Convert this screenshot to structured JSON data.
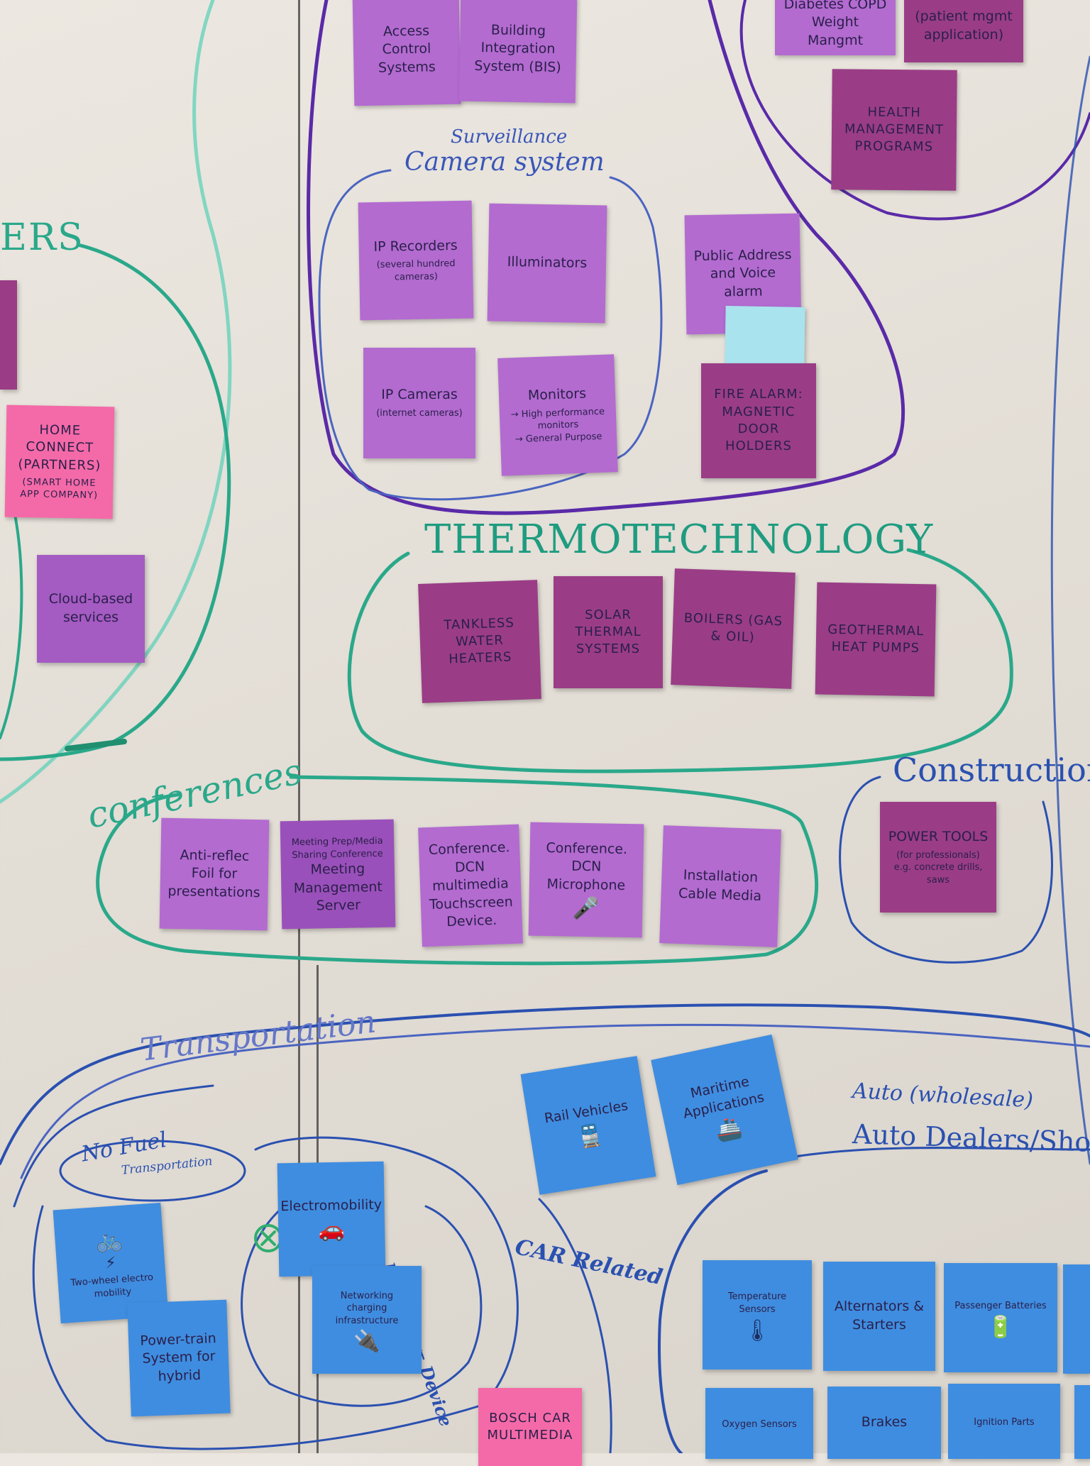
{
  "colors": {
    "board": "#e6e2da",
    "purple_note": "#b36bd0",
    "plum_note": "#9a3d86",
    "pink_note": "#f46aa8",
    "blue_note": "#3f8de0",
    "light_blue_note": "#a9e3ee",
    "teal_marker": "#2aa88a",
    "purple_marker": "#5a2aa8",
    "blue_marker": "#2a50b0"
  },
  "labels": {
    "ers": "ERS",
    "surveillance": "Surveillance",
    "camera_system": "Camera system",
    "thermotechnology": "THERMOTECHNOLOGY",
    "conferences": "conferences",
    "construction": "Construction",
    "transportation": "Transportation",
    "no_fuel": "No Fuel",
    "no_fuel_sub": "Transportation",
    "car_related": "CAR Related",
    "platform_device": "Platform ⇐ Device",
    "auto_wholesale": "Auto (wholesale)",
    "auto_dealers": "Auto Dealers/Shops"
  },
  "notes": {
    "access_control": "Access Control Systems",
    "building_integration": "Building Integration System (BIS)",
    "diabetes": "Diabetes COPD Weight Mangmt",
    "patient_mgmt": "(patient mgmt application)",
    "health_mgmt": "HEALTH MANAGEMENT PROGRAMS",
    "ip_recorders": "IP Recorders",
    "ip_recorders_sub": "(several hundred cameras)",
    "illuminators": "Illuminators",
    "public_address": "Public Address and Voice alarm",
    "ip_cameras": "IP Cameras",
    "ip_cameras_sub": "(internet cameras)",
    "monitors": "Monitors",
    "monitors_sub": "→ High performance monitors\n→ General Purpose",
    "fire_alarm": "FIRE ALARM: MAGNETIC DOOR HOLDERS",
    "home_connect": "HOME CONNECT (PARTNERS)",
    "home_connect_sub": "(SMART HOME APP COMPANY)",
    "cloud_services": "Cloud-based services",
    "tankless": "TANKLESS WATER HEATERS",
    "solar": "SOLAR THERMAL SYSTEMS",
    "boilers": "BOILERS (GAS & OIL)",
    "geothermal": "GEOTHERMAL HEAT PUMPS",
    "anti_reflec": "Anti-reflec Foil for presentations",
    "meeting_mgmt": "Meeting Management Server",
    "meeting_mgmt_sub": "Meeting Prep/Media Sharing Conference",
    "dcn_multimedia": "Conference. DCN multimedia Touchscreen Device.",
    "dcn_microphone": "Conference. DCN Microphone",
    "installation_cable": "Installation Cable Media",
    "power_tools": "POWER TOOLS",
    "power_tools_sub": "(for professionals) e.g. concrete drills, saws",
    "rail_vehicles": "Rail Vehicles",
    "maritime": "Maritime Applications",
    "two_wheel": "Two-wheel electro mobility",
    "electromobility": "Electromobility",
    "networking_charging": "Networking charging infrastructure",
    "powertrain": "Power-train System for hybrid",
    "bosch_multimedia": "BOSCH CAR MULTIMEDIA",
    "temp_sensors": "Temperature Sensors",
    "alternators": "Alternators & Starters",
    "passenger_batteries": "Passenger Batteries",
    "oxygen_sensors": "Oxygen Sensors",
    "brakes": "Brakes",
    "ignition_parts": "Ignition Parts"
  },
  "icons": [
    "bicycle-icon",
    "lightning-icon",
    "car-icon",
    "train-icon",
    "ship-icon",
    "battery-icon",
    "thermometer-icon",
    "charger-icon",
    "microphone-icon"
  ]
}
